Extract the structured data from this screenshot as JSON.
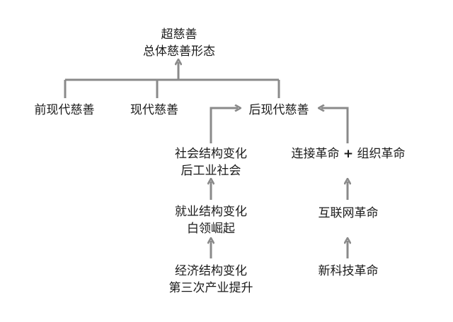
{
  "nodes": {
    "super": {
      "line1": "超慈善",
      "line2": "总体慈善形态"
    },
    "premodern": {
      "line1": "前现代慈善"
    },
    "modern": {
      "line1": "现代慈善"
    },
    "postmodern": {
      "line1": "后现代慈善"
    },
    "social": {
      "line1": "社会结构变化",
      "line2": "后工业社会"
    },
    "employment": {
      "line1": "就业结构变化",
      "line2": "白领崛起"
    },
    "economic": {
      "line1": "经济结构变化",
      "line2": "第三次产业提升"
    },
    "connect": {
      "part1": "连接革命",
      "plus": "+",
      "part2": "组织革命"
    },
    "internet": {
      "line1": "互联网革命"
    },
    "newtech": {
      "line1": "新科技革命"
    }
  },
  "colors": {
    "line": "#8a8a8a",
    "text": "#1a1a1a"
  }
}
